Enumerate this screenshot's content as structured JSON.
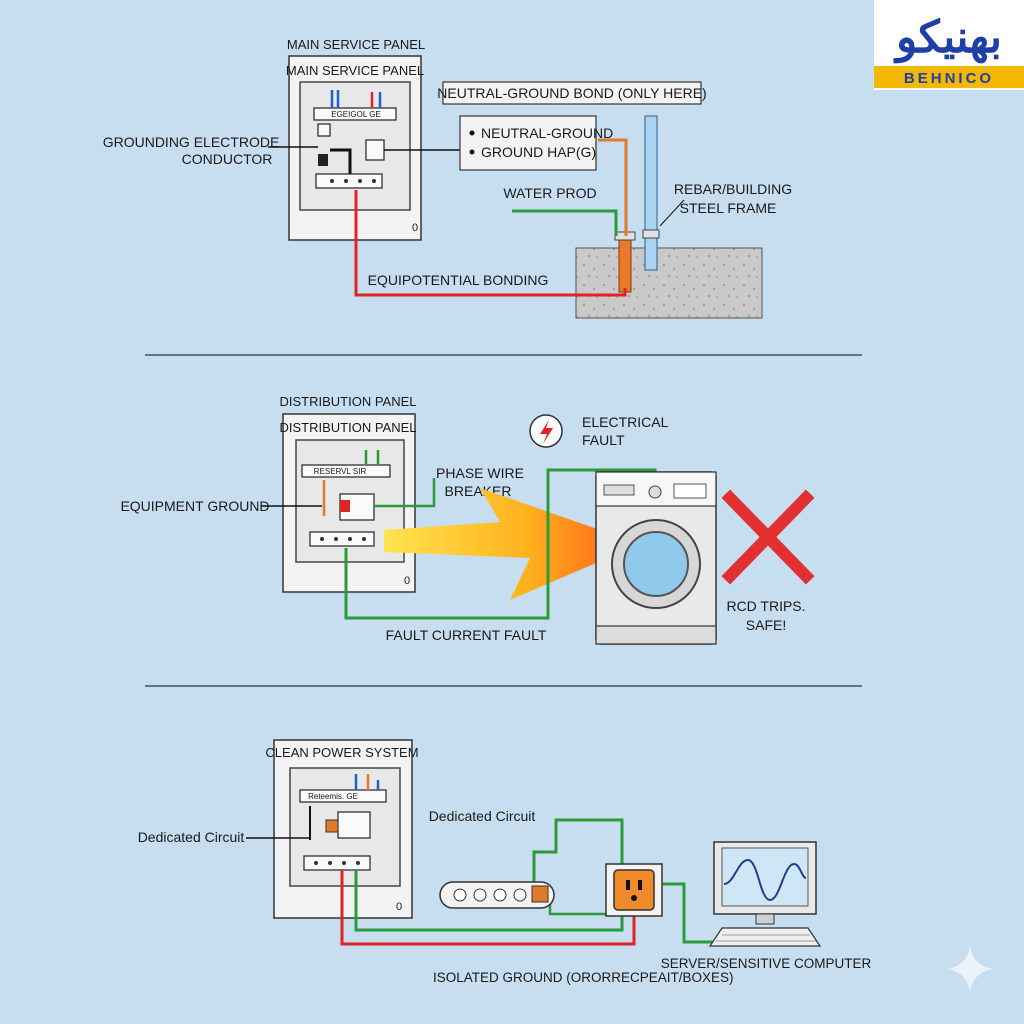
{
  "logo": {
    "persian": "بهنیکو",
    "latin": "BEHNICO"
  },
  "section1": {
    "panel_caption": "MAIN SERVICE PANEL",
    "panel_title": "MAIN SERVICE PANEL",
    "bus_label": "EGEIGOL GE",
    "panel_number": "0",
    "electrode_label_1": "GROUNDING ELECTRODE",
    "electrode_label_2": "CONDUCTOR",
    "bond_title": "NEUTRAL-GROUND BOND (ONLY HERE)",
    "bond_item_1": "NEUTRAL-GROUND",
    "bond_item_2": "GROUND HAP(G)",
    "water_rod": "WATER PROD",
    "rebar_1": "REBAR/BUILDING",
    "rebar_2": "STEEL FRAME",
    "equip_bonding": "EQUIPOTENTIAL BONDING"
  },
  "section2": {
    "panel_caption": "DISTRIBUTION PANEL",
    "panel_title": "DISTRIBUTION PANEL",
    "bus_label": "RESERVL SIR",
    "panel_number": "0",
    "equipment_ground": "EQUIPMENT GROUND",
    "phase_1": "PHASE WIRE",
    "phase_2": "BREAKER",
    "fault_1": "ELECTRICAL",
    "fault_2": "FAULT",
    "fault_current": "FAULT CURRENT FAULT",
    "rcd_1": "RCD TRIPS.",
    "rcd_2": "SAFE!"
  },
  "section3": {
    "panel_title": "CLEAN POWER SYSTEM",
    "bus_label": "Reteemis. GE",
    "panel_number": "0",
    "dedicated_left": "Dedicated Circuit",
    "dedicated_top": "Dedicated Circuit",
    "isolated_ground": "ISOLATED GROUND (ORORRECPEAIT/BOXES)",
    "server": "SERVER/SENSITIVE COMPUTER"
  },
  "colors": {
    "background": "#c6def0",
    "ground_green": "#2a9a3a",
    "hot_red": "#e02424",
    "neutral_blue": "#1f5fcf",
    "bond_orange": "#e07b2a",
    "logo_blue": "#1f3fa8",
    "logo_yellow": "#f5b800",
    "fault_red": "#e23030"
  },
  "icons": [
    "lightning-icon",
    "x-mark-icon",
    "sparkle-icon",
    "washing-machine-icon",
    "computer-monitor-icon",
    "keyboard-icon",
    "power-strip-icon",
    "outlet-icon"
  ]
}
